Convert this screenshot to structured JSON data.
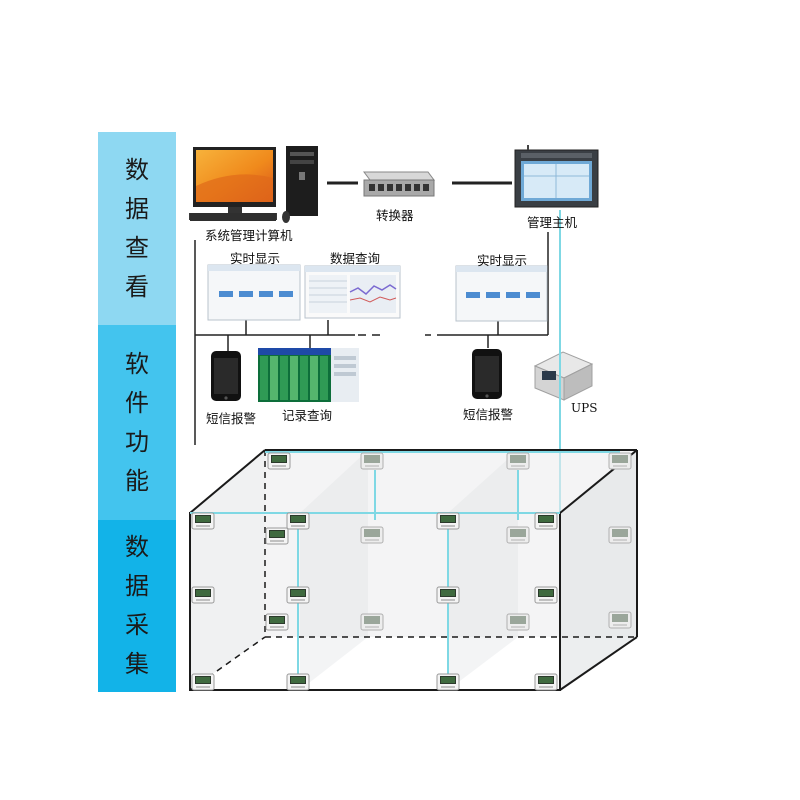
{
  "side_bands": [
    {
      "text": "数据查看",
      "color": "#8ed8f2"
    },
    {
      "text": "软件功能",
      "color": "#43c4ee"
    },
    {
      "text": "数据采集",
      "color": "#12b3e8"
    }
  ],
  "labels": {
    "computer": "系统管理计算机",
    "switch": "转换器",
    "host": "管理主机",
    "realtime_left": "实时显示",
    "query": "数据查询",
    "realtime_right": "实时显示",
    "sms_left": "短信报警",
    "records": "记录查询",
    "sms_right": "短信报警",
    "ups": "UPS"
  },
  "colors": {
    "wire": "#222222",
    "cable": "#7fd8e4",
    "glass_edge": "#1a1a1a",
    "screen_blue": "#3b82c4"
  }
}
